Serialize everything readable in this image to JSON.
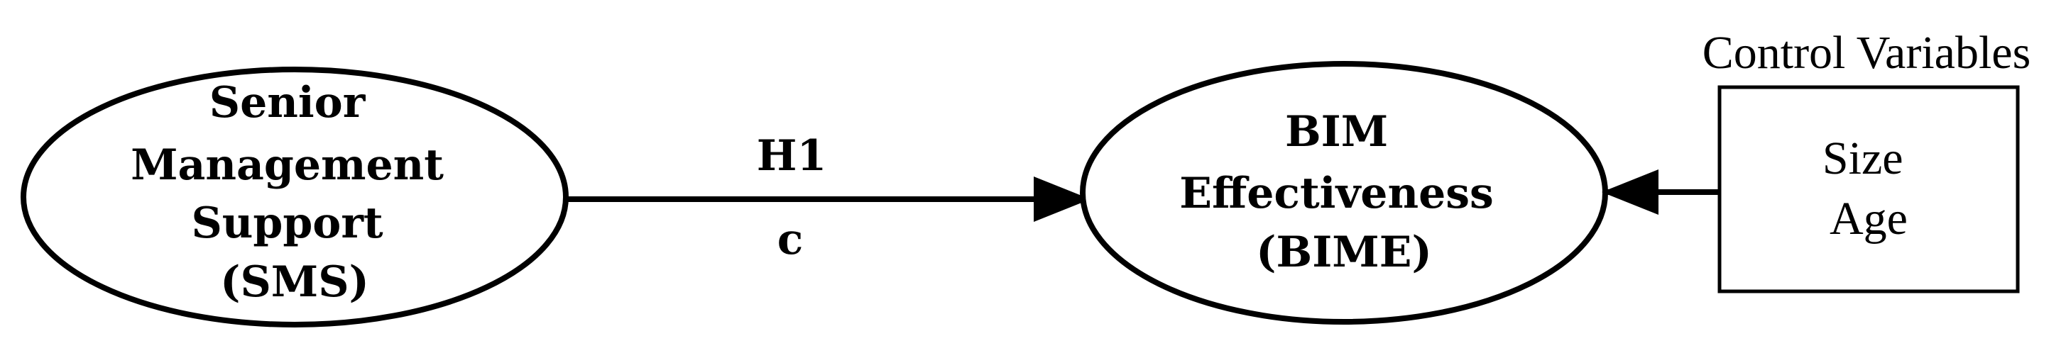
{
  "diagram": {
    "independent": {
      "lines": [
        "Senior",
        "Management",
        "Support",
        "(SMS)"
      ]
    },
    "dependent": {
      "lines": [
        "BIM",
        "Effectiveness",
        "(BIME)"
      ]
    },
    "path": {
      "hypothesis": "H1",
      "coefficient": "c"
    },
    "controls": {
      "title": "Control Variables",
      "items": [
        "Size",
        "Age"
      ]
    }
  }
}
